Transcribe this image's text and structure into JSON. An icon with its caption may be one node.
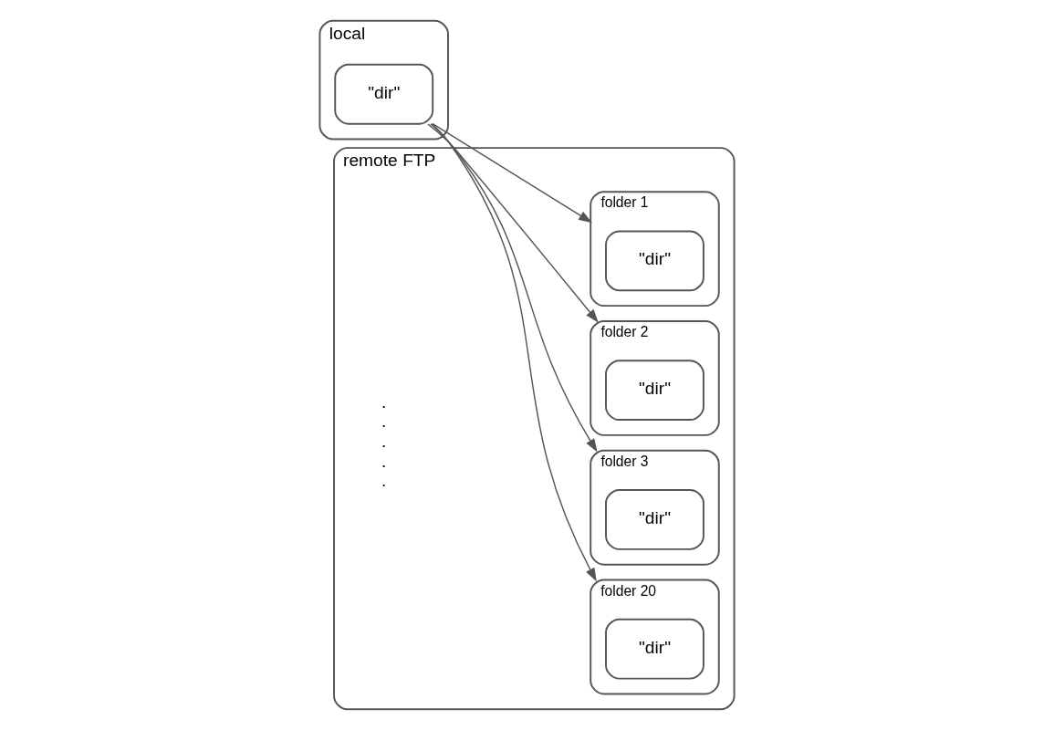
{
  "diagram": {
    "nodes": [
      {
        "text": [
          "local"
        ]
      },
      {
        "text": [
          "\"dir\""
        ],
        "in": 0
      },
      {
        "text": [
          "remote FTP"
        ]
      },
      {
        "text": [
          "folder 1"
        ],
        "in": 2
      },
      {
        "text": [
          "\"dir\""
        ],
        "in": 3
      },
      {
        "text": [
          "folder 2"
        ],
        "in": 2
      },
      {
        "text": [
          "\"dir\""
        ],
        "in": 5
      },
      {
        "text": [
          "folder 3"
        ],
        "in": 2
      },
      {
        "text": [
          "\"dir\""
        ],
        "in": 7
      },
      {
        "text": [
          "folder 20"
        ],
        "in": 2
      },
      {
        "text": [
          "\"dir\""
        ],
        "in": 9
      }
    ],
    "edges": [
      {
        "from": 1,
        "to": 3,
        "arrow": "to"
      },
      {
        "from": 1,
        "to": 5,
        "arrow": "to"
      },
      {
        "from": 1,
        "to": 7,
        "arrow": "to"
      },
      {
        "from": 1,
        "to": 9,
        "arrow": "to"
      }
    ],
    "labels": [
      ".",
      ".",
      ".",
      ".",
      "."
    ]
  }
}
